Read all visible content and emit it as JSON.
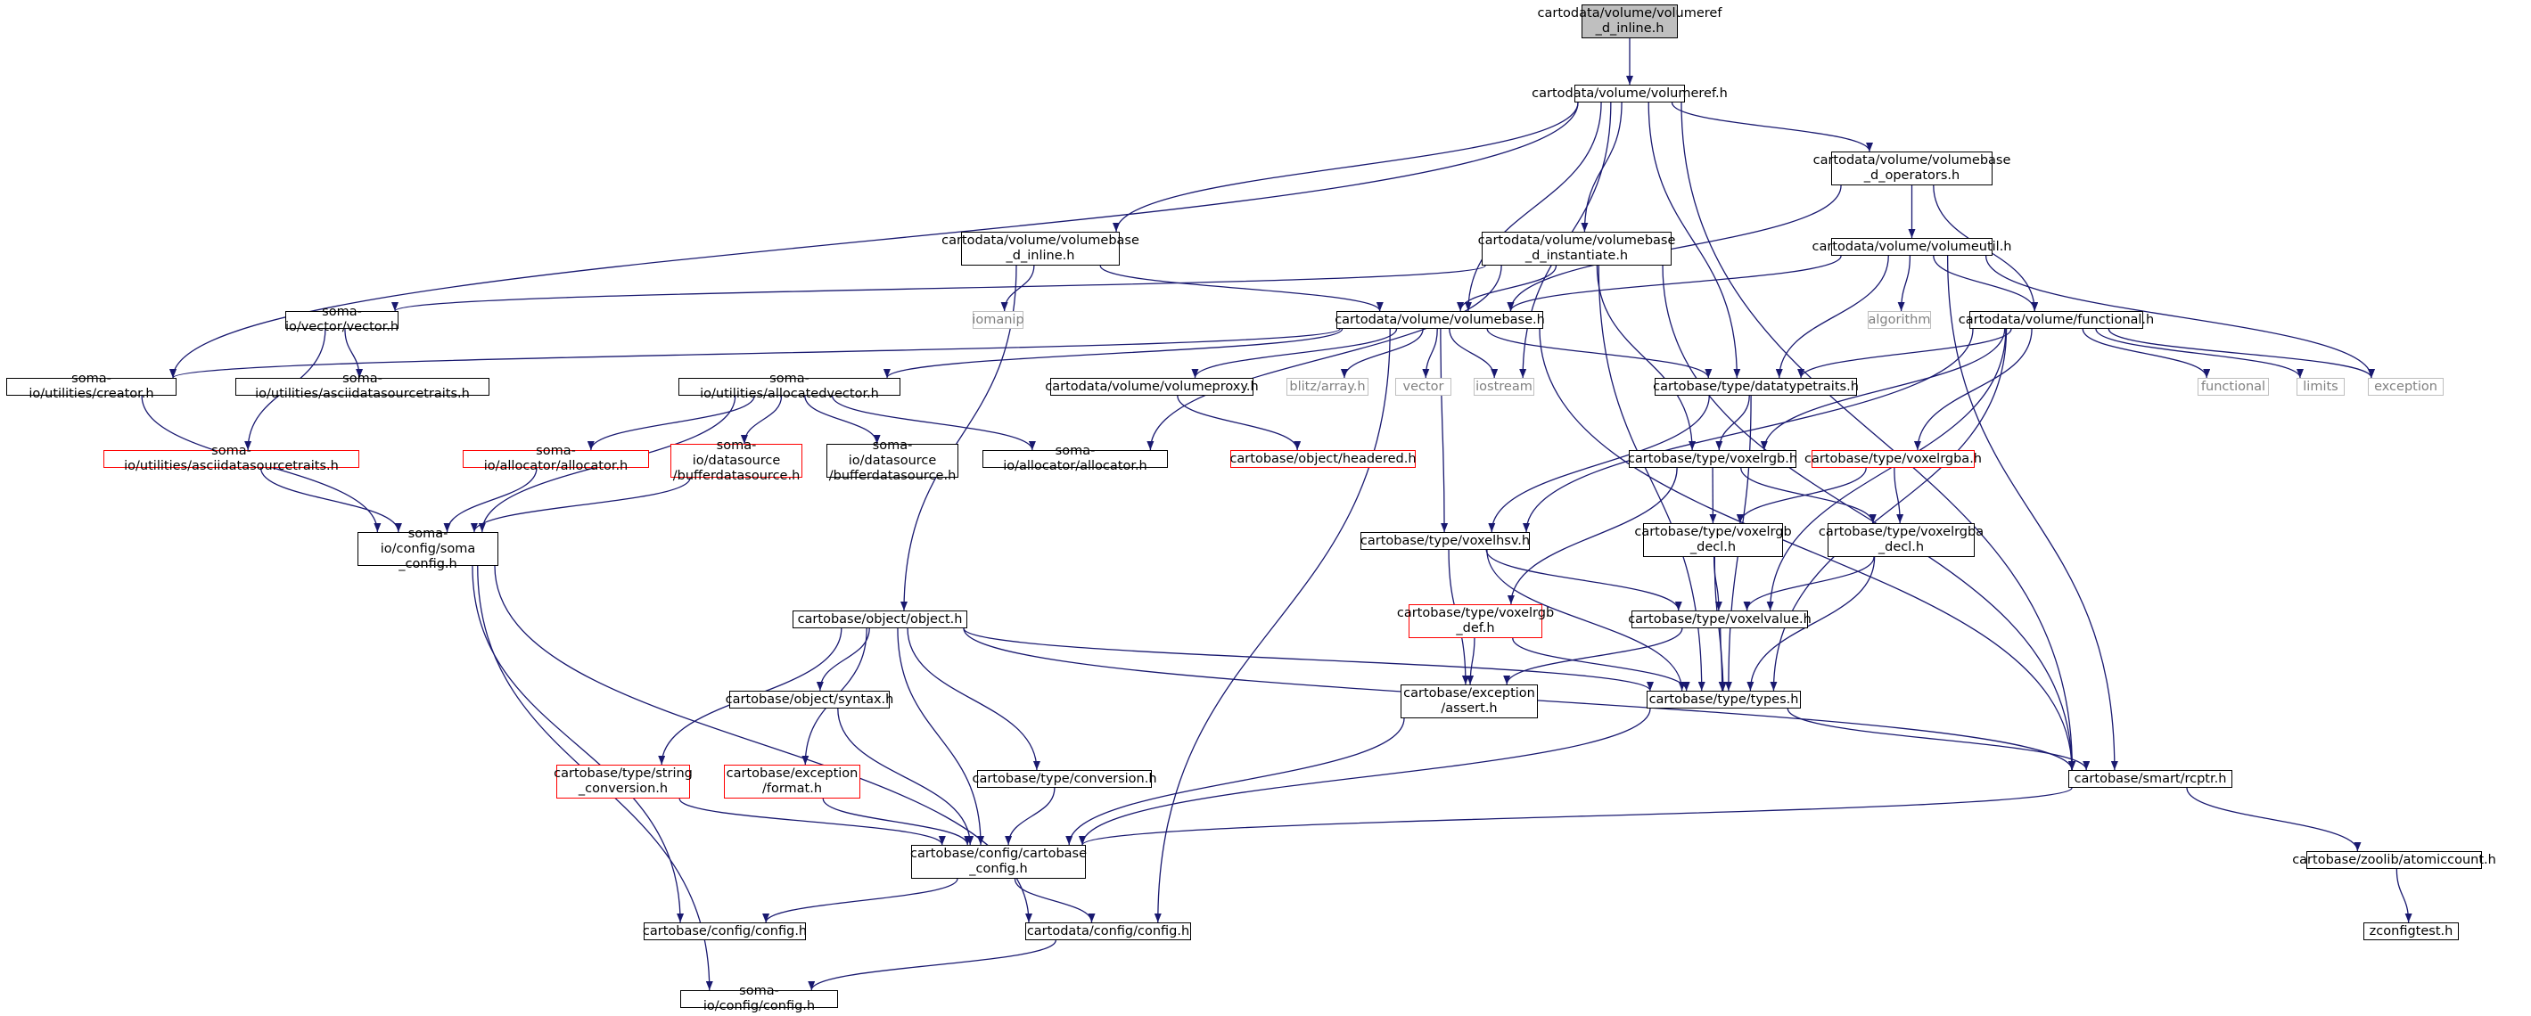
{
  "graph": {
    "edge_color": "#191970",
    "nodes": [
      {
        "id": "root",
        "label": "cartodata/volume/volumeref\n_d_inline.h",
        "style": "root"
      },
      {
        "id": "volumeref",
        "label": "cartodata/volume/volumeref.h",
        "style": "normal"
      },
      {
        "id": "vb_ops",
        "label": "cartodata/volume/volumebase\n_d_operators.h",
        "style": "normal"
      },
      {
        "id": "vb_inline",
        "label": "cartodata/volume/volumebase\n_d_inline.h",
        "style": "normal"
      },
      {
        "id": "vb_inst",
        "label": "cartodata/volume/volumebase\n_d_instantiate.h",
        "style": "normal"
      },
      {
        "id": "volumeutil",
        "label": "cartodata/volume/volumeutil.h",
        "style": "normal"
      },
      {
        "id": "vector_h",
        "label": "soma-io/vector/vector.h",
        "style": "normal"
      },
      {
        "id": "iomanip",
        "label": "iomanip",
        "style": "gray"
      },
      {
        "id": "volumebase",
        "label": "cartodata/volume/volumebase.h",
        "style": "normal"
      },
      {
        "id": "algorithm",
        "label": "algorithm",
        "style": "gray"
      },
      {
        "id": "functional_h",
        "label": "cartodata/volume/functional.h",
        "style": "normal"
      },
      {
        "id": "creator",
        "label": "soma-io/utilities/creator.h",
        "style": "normal"
      },
      {
        "id": "ascii1",
        "label": "soma-io/utilities/asciidatasourcetraits.h",
        "style": "normal"
      },
      {
        "id": "allocvec",
        "label": "soma-io/utilities/allocatedvector.h",
        "style": "normal"
      },
      {
        "id": "volproxy",
        "label": "cartodata/volume/volumeproxy.h",
        "style": "normal"
      },
      {
        "id": "blitz",
        "label": "blitz/array.h",
        "style": "gray"
      },
      {
        "id": "vector",
        "label": "vector",
        "style": "gray"
      },
      {
        "id": "iostream",
        "label": "iostream",
        "style": "gray"
      },
      {
        "id": "dtypetraits",
        "label": "cartobase/type/datatypetraits.h",
        "style": "normal"
      },
      {
        "id": "functional",
        "label": "functional",
        "style": "gray"
      },
      {
        "id": "limits",
        "label": "limits",
        "style": "gray"
      },
      {
        "id": "exception",
        "label": "exception",
        "style": "gray"
      },
      {
        "id": "ascii2",
        "label": "soma-io/utilities/asciidatasourcetraits.h",
        "style": "red"
      },
      {
        "id": "allocator_red",
        "label": "soma-io/allocator/allocator.h",
        "style": "red"
      },
      {
        "id": "bufds_red",
        "label": "soma-io/datasource\n/bufferdatasource.h",
        "style": "red"
      },
      {
        "id": "bufds",
        "label": "soma-io/datasource\n/bufferdatasource.h",
        "style": "normal"
      },
      {
        "id": "allocator",
        "label": "soma-io/allocator/allocator.h",
        "style": "normal"
      },
      {
        "id": "headered",
        "label": "cartobase/object/headered.h",
        "style": "red"
      },
      {
        "id": "voxelrgb",
        "label": "cartobase/type/voxelrgb.h",
        "style": "normal"
      },
      {
        "id": "voxelrgba",
        "label": "cartobase/type/voxelrgba.h",
        "style": "red"
      },
      {
        "id": "somaconfig",
        "label": "soma-io/config/soma\n_config.h",
        "style": "normal"
      },
      {
        "id": "voxelhsv",
        "label": "cartobase/type/voxelhsv.h",
        "style": "normal"
      },
      {
        "id": "rgb_decl",
        "label": "cartobase/type/voxelrgb\n_decl.h",
        "style": "normal"
      },
      {
        "id": "rgba_decl",
        "label": "cartobase/type/voxelrgba\n_decl.h",
        "style": "normal"
      },
      {
        "id": "rgb_def",
        "label": "cartobase/type/voxelrgb\n_def.h",
        "style": "red"
      },
      {
        "id": "voxelvalue",
        "label": "cartobase/type/voxelvalue.h",
        "style": "normal"
      },
      {
        "id": "object",
        "label": "cartobase/object/object.h",
        "style": "normal"
      },
      {
        "id": "syntax",
        "label": "cartobase/object/syntax.h",
        "style": "normal"
      },
      {
        "id": "assert",
        "label": "cartobase/exception\n/assert.h",
        "style": "normal"
      },
      {
        "id": "types",
        "label": "cartobase/type/types.h",
        "style": "normal"
      },
      {
        "id": "strconv",
        "label": "cartobase/type/string\n_conversion.h",
        "style": "red"
      },
      {
        "id": "format",
        "label": "cartobase/exception\n/format.h",
        "style": "red"
      },
      {
        "id": "conversion",
        "label": "cartobase/type/conversion.h",
        "style": "normal"
      },
      {
        "id": "rcptr",
        "label": "cartobase/smart/rcptr.h",
        "style": "normal"
      },
      {
        "id": "cbconfig",
        "label": "cartobase/config/cartobase\n_config.h",
        "style": "normal"
      },
      {
        "id": "atomic",
        "label": "cartobase/zoolib/atomiccount.h",
        "style": "normal"
      },
      {
        "id": "cbconfig_h",
        "label": "cartobase/config/config.h",
        "style": "normal"
      },
      {
        "id": "cdconfig",
        "label": "cartodata/config/config.h",
        "style": "normal"
      },
      {
        "id": "zconfig",
        "label": "zconfigtest.h",
        "style": "normal"
      },
      {
        "id": "siconfig",
        "label": "soma-io/config/config.h",
        "style": "normal"
      }
    ],
    "edges": [
      [
        "root",
        "volumeref"
      ],
      [
        "volumeref",
        "creator"
      ],
      [
        "volumeref",
        "vb_inline"
      ],
      [
        "volumeref",
        "vb_inst"
      ],
      [
        "volumeref",
        "volumebase"
      ],
      [
        "volumeref",
        "iostream"
      ],
      [
        "volumeref",
        "dtypetraits"
      ],
      [
        "volumeref",
        "vb_ops"
      ],
      [
        "volumeref",
        "rcptr"
      ],
      [
        "vb_ops",
        "volumebase"
      ],
      [
        "vb_ops",
        "volumeutil"
      ],
      [
        "vb_ops",
        "functional_h"
      ],
      [
        "vb_inline",
        "iomanip"
      ],
      [
        "vb_inline",
        "volumebase"
      ],
      [
        "vb_inline",
        "object"
      ],
      [
        "vb_inst",
        "vector_h"
      ],
      [
        "vb_inst",
        "volumebase"
      ],
      [
        "vb_inst",
        "allocator"
      ],
      [
        "vb_inst",
        "voxelrgb"
      ],
      [
        "vb_inst",
        "types"
      ],
      [
        "vb_inst",
        "rcptr"
      ],
      [
        "volumeutil",
        "volumebase"
      ],
      [
        "volumeutil",
        "algorithm"
      ],
      [
        "volumeutil",
        "functional_h"
      ],
      [
        "volumeutil",
        "dtypetraits"
      ],
      [
        "volumeutil",
        "exception"
      ],
      [
        "volumeutil",
        "rcptr"
      ],
      [
        "vector_h",
        "ascii1"
      ],
      [
        "vector_h",
        "ascii2"
      ],
      [
        "volumebase",
        "creator"
      ],
      [
        "volumebase",
        "allocvec"
      ],
      [
        "volumebase",
        "volproxy"
      ],
      [
        "volumebase",
        "blitz"
      ],
      [
        "volumebase",
        "vector"
      ],
      [
        "volumebase",
        "iostream"
      ],
      [
        "volumebase",
        "dtypetraits"
      ],
      [
        "volumebase",
        "voxelhsv"
      ],
      [
        "volumebase",
        "rcptr"
      ],
      [
        "volumebase",
        "cdconfig"
      ],
      [
        "functional_h",
        "dtypetraits"
      ],
      [
        "functional_h",
        "functional"
      ],
      [
        "functional_h",
        "limits"
      ],
      [
        "functional_h",
        "exception"
      ],
      [
        "functional_h",
        "voxelrgb"
      ],
      [
        "functional_h",
        "voxelrgba"
      ],
      [
        "functional_h",
        "voxelhsv"
      ],
      [
        "functional_h",
        "voxelvalue"
      ],
      [
        "functional_h",
        "types"
      ],
      [
        "creator",
        "somaconfig"
      ],
      [
        "allocvec",
        "allocator_red"
      ],
      [
        "allocvec",
        "bufds_red"
      ],
      [
        "allocvec",
        "bufds"
      ],
      [
        "allocvec",
        "allocator"
      ],
      [
        "allocvec",
        "somaconfig"
      ],
      [
        "volproxy",
        "headered"
      ],
      [
        "dtypetraits",
        "voxelrgb"
      ],
      [
        "dtypetraits",
        "voxelhsv"
      ],
      [
        "dtypetraits",
        "types"
      ],
      [
        "ascii2",
        "somaconfig"
      ],
      [
        "allocator_red",
        "somaconfig"
      ],
      [
        "bufds_red",
        "somaconfig"
      ],
      [
        "voxelrgb",
        "rgb_decl"
      ],
      [
        "voxelrgb",
        "rgba_decl"
      ],
      [
        "voxelrgb",
        "rgb_def"
      ],
      [
        "voxelrgba",
        "rgb_decl"
      ],
      [
        "voxelrgba",
        "rgba_decl"
      ],
      [
        "somaconfig",
        "cbconfig_h"
      ],
      [
        "somaconfig",
        "cdconfig"
      ],
      [
        "somaconfig",
        "siconfig"
      ],
      [
        "voxelhsv",
        "voxelvalue"
      ],
      [
        "voxelhsv",
        "types"
      ],
      [
        "voxelhsv",
        "assert"
      ],
      [
        "rgb_decl",
        "voxelvalue"
      ],
      [
        "rgb_decl",
        "types"
      ],
      [
        "rgba_decl",
        "voxelvalue"
      ],
      [
        "rgba_decl",
        "types"
      ],
      [
        "rgb_def",
        "assert"
      ],
      [
        "rgb_def",
        "types"
      ],
      [
        "voxelvalue",
        "assert"
      ],
      [
        "voxelvalue",
        "types"
      ],
      [
        "object",
        "syntax"
      ],
      [
        "object",
        "strconv"
      ],
      [
        "object",
        "format"
      ],
      [
        "object",
        "conversion"
      ],
      [
        "object",
        "cbconfig"
      ],
      [
        "object",
        "types"
      ],
      [
        "object",
        "rcptr"
      ],
      [
        "syntax",
        "cbconfig"
      ],
      [
        "assert",
        "cbconfig"
      ],
      [
        "types",
        "cbconfig"
      ],
      [
        "types",
        "rcptr"
      ],
      [
        "strconv",
        "cbconfig"
      ],
      [
        "format",
        "cbconfig"
      ],
      [
        "conversion",
        "cbconfig"
      ],
      [
        "rcptr",
        "cbconfig"
      ],
      [
        "rcptr",
        "atomic"
      ],
      [
        "cbconfig",
        "cbconfig_h"
      ],
      [
        "cbconfig",
        "cdconfig"
      ],
      [
        "atomic",
        "zconfig"
      ],
      [
        "cdconfig",
        "siconfig"
      ]
    ]
  }
}
